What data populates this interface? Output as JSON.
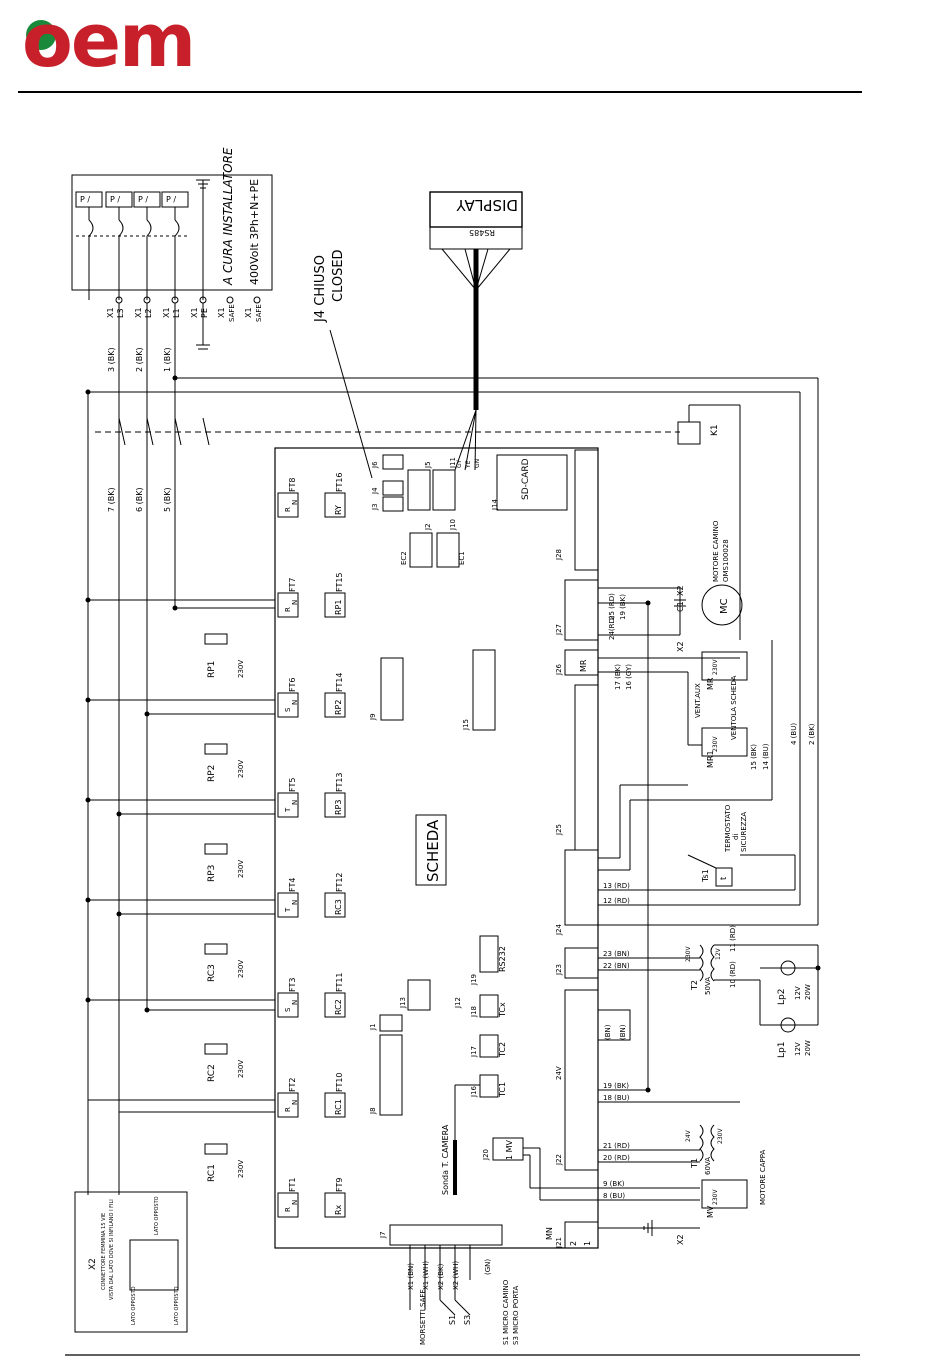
{
  "brand": {
    "logo_text": "oem",
    "accent": "#c8202a",
    "dot_color": "#1a8a3a"
  },
  "supply": {
    "installer_note": "A CURA INSTALLATORE",
    "voltage": "400Volt 3Ph+N+PE",
    "breaker_label": "P /"
  },
  "terminals_x1": [
    {
      "conn": "X1",
      "pin": "L3"
    },
    {
      "conn": "X1",
      "pin": "L2"
    },
    {
      "conn": "X1",
      "pin": "L1"
    },
    {
      "conn": "X1",
      "pin": "PE"
    },
    {
      "conn": "X1",
      "pin": "SAFE"
    },
    {
      "conn": "X1",
      "pin": "SAFE"
    }
  ],
  "wires_top": [
    "3 (BK)",
    "2 (BK)",
    "1 (BK)"
  ],
  "wires_mid": [
    "7 (BK)",
    "6 (BK)",
    "5 (BK)"
  ],
  "jumper_note": {
    "line1": "J4 CHIUSO",
    "line2": "CLOSED"
  },
  "display": {
    "label": "DISPLAY",
    "bus": "RS485"
  },
  "relay": {
    "label": "K1"
  },
  "board_label": "SCHEDA",
  "fast_on_row1": [
    "FT8",
    "FT7",
    "FT6",
    "FT5",
    "FT4",
    "FT3",
    "FT2",
    "FT1"
  ],
  "fast_on_row2": [
    "FT16",
    "FT15",
    "FT14",
    "FT13",
    "FT12",
    "FT11",
    "FT10",
    "FT9"
  ],
  "relay_codes": [
    "RY",
    "RP1",
    "RP2",
    "RP3",
    "RC3",
    "RC2",
    "RC1",
    "Rx"
  ],
  "phase_letters": [
    [
      "R",
      "N"
    ],
    [
      "R",
      "N"
    ],
    [
      "S",
      "N"
    ],
    [
      "T",
      "N"
    ],
    [
      "T",
      "N"
    ],
    [
      "S",
      "N"
    ],
    [
      "R",
      "N"
    ],
    [
      "R",
      "N"
    ]
  ],
  "resistors": [
    "RP1",
    "RP2",
    "RP3",
    "RC3",
    "RC2",
    "RC1"
  ],
  "resistor_voltage": "230V",
  "connectors_misc": [
    "J6",
    "J4",
    "J3",
    "J5",
    "J2",
    "J11",
    "J10",
    "J14",
    "J9",
    "J15",
    "J13",
    "J12",
    "J1",
    "J8",
    "J18",
    "J17",
    "J16",
    "J19",
    "J7",
    "J20",
    "J21",
    "J22",
    "J23",
    "J24",
    "J25",
    "J26",
    "J27",
    "J28"
  ],
  "ec_labels": [
    "EC2",
    "EC1"
  ],
  "j11_wires": [
    "GY",
    "YE",
    "GN"
  ],
  "sd_card": "SD-CARD",
  "mr_label": "MR",
  "thermocouples": [
    "TCx",
    "TC2",
    "TC1"
  ],
  "rs232": "RS232",
  "j20_pins": "1 MV",
  "j21_pins": [
    "MN",
    "2",
    "1"
  ],
  "sonda": "Sonda T. CAMERA",
  "label_24v": "24V",
  "right_wires": [
    {
      "n": "25 (RD)"
    },
    {
      "n": "19 (BK)"
    },
    {
      "n": "24(RD)"
    },
    {
      "n": "17 (BK)"
    },
    {
      "n": "16 (GY)"
    },
    {
      "n": "15 (BK)"
    },
    {
      "n": "14 (BU)"
    },
    {
      "n": "4 (BU)"
    },
    {
      "n": "2 (BK)"
    },
    {
      "n": "13 (RD)"
    },
    {
      "n": "12 (RD)"
    },
    {
      "n": "23 (BN)"
    },
    {
      "n": "22 (BN)"
    },
    {
      "n": "19 (BK)"
    },
    {
      "n": "18 (BU)"
    },
    {
      "n": "21 (RD)"
    },
    {
      "n": "20 (RD)"
    },
    {
      "n": "9 (BK)"
    },
    {
      "n": "8 (BU)"
    }
  ],
  "bn_tags": [
    "(BN)",
    "(BN)"
  ],
  "motor_camino": {
    "label": "MOTORE CAMINO",
    "code": "OMS100028",
    "symbol": "MC",
    "cap": "C1",
    "conn": "X2"
  },
  "fans": [
    {
      "name": "MR",
      "desc": "VENTOLA SCHEDA",
      "v": "230V"
    },
    {
      "name": "MR1",
      "desc": "VENT.AUX",
      "v": "230V"
    },
    {
      "name": "MV",
      "desc": "MOTORE CAPPA",
      "v": "230V"
    }
  ],
  "thermostat": {
    "name": "Ts1",
    "desc1": "TERMOSTATO",
    "desc2": "di",
    "desc3": "SICUREZZA",
    "sym": "t"
  },
  "transformers": [
    {
      "name": "T2",
      "va": "50VA",
      "v1": "230V",
      "v2": "12V"
    },
    {
      "name": "T1",
      "va": "60VA",
      "v1": "24V",
      "v2": "230V"
    }
  ],
  "lamps": [
    {
      "name": "Lp2",
      "v": "12V",
      "w": "20W"
    },
    {
      "name": "Lp1",
      "v": "12V",
      "w": "20W"
    }
  ],
  "lamp_wires": [
    "11 (RD)",
    "10 (RD)"
  ],
  "x2_box": {
    "title": "X2",
    "desc1": "CONNETTORE FEMMINA 15 VIE",
    "desc2": "VISTA DAL LATO DOVE SI INFILANO I FILI",
    "side1": "LATO OPPOSTO",
    "side2": "LATO OPPOSTO",
    "side3": "LATO OPPOSTO"
  },
  "j7_wires": [
    "X1 (BN)",
    "X1 (WH)",
    "X2 (BK)",
    "X2 (WH)",
    "(GN)"
  ],
  "micro_switches": {
    "s1": "S1",
    "s3": "S3",
    "desc1": "S1 MICRO CAMINO",
    "desc2": "S3 MICRO PORTA",
    "safe": "MORSETTI SAFE"
  },
  "x2_conn": "X2"
}
